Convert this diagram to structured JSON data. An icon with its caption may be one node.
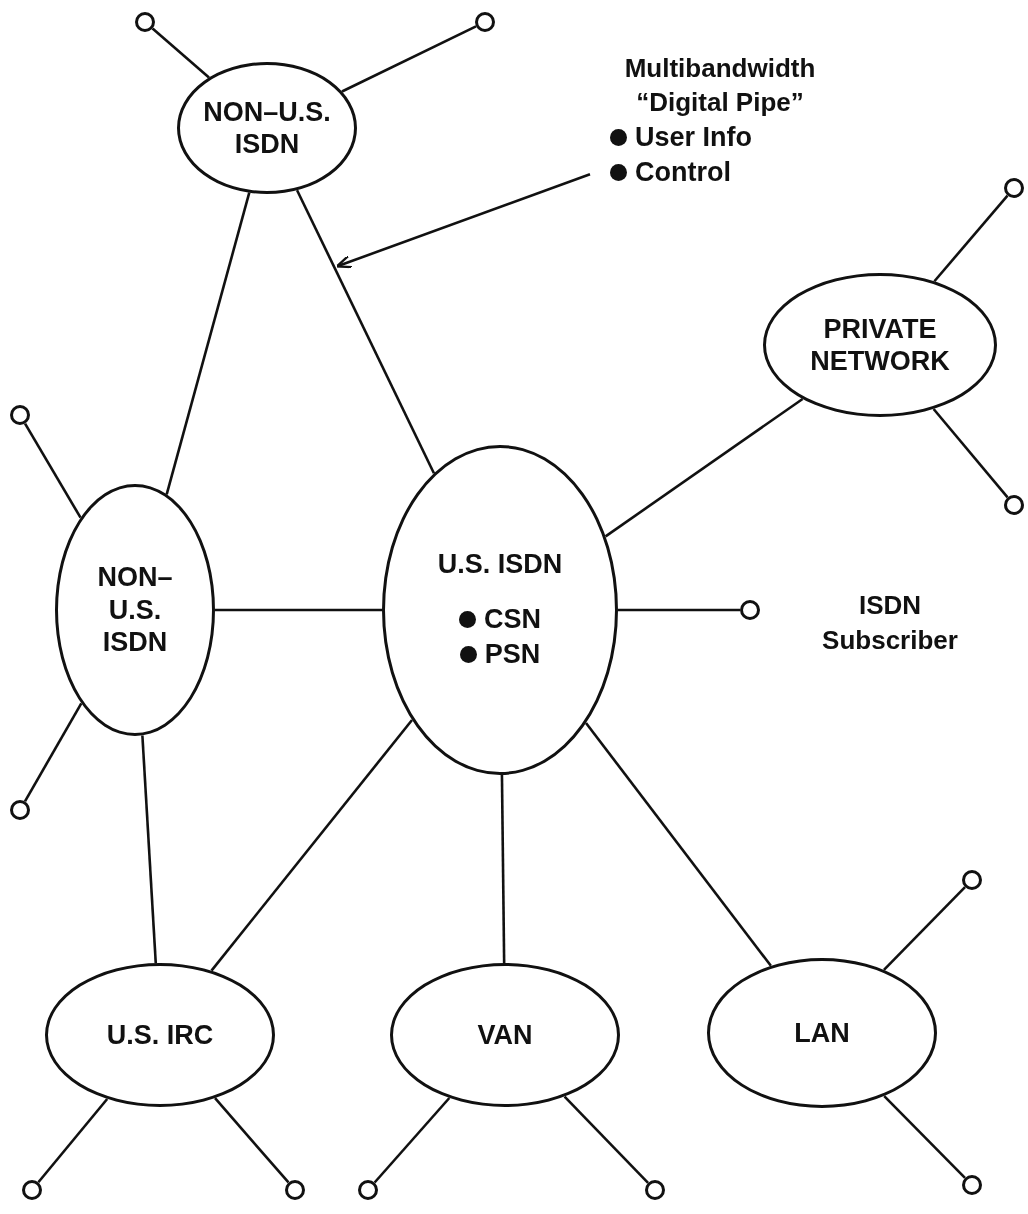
{
  "diagram": {
    "nodes": [
      {
        "text": [
          "NON–U.S. ISDN"
        ]
      },
      {
        "text": [
          "PRIVATE NETWORK"
        ]
      },
      {
        "text": [
          "NON–U.S. ISDN"
        ]
      },
      {
        "text": [
          "U.S. ISDN",
          "CSN",
          "PSN"
        ]
      },
      {
        "text": [
          "U.S. IRC"
        ]
      },
      {
        "text": [
          "VAN"
        ]
      },
      {
        "text": [
          "LAN"
        ]
      },
      {
        "text": [
          "Multibandwidth “Digital Pipe”",
          "User Info",
          "Control"
        ]
      },
      {
        "text": [],
        "shape": "circle"
      },
      {
        "text": [],
        "shape": "circle"
      },
      {
        "text": [],
        "shape": "circle"
      },
      {
        "text": [],
        "shape": "circle"
      },
      {
        "text": [],
        "shape": "circle"
      },
      {
        "text": [],
        "shape": "circle",
        "beside": [
          "ISDN Subscriber"
        ]
      },
      {
        "text": [],
        "shape": "circle"
      },
      {
        "text": [],
        "shape": "circle"
      },
      {
        "text": [],
        "shape": "circle"
      },
      {
        "text": [],
        "shape": "circle"
      },
      {
        "text": [],
        "shape": "circle"
      },
      {
        "text": [],
        "shape": "circle"
      },
      {
        "text": [],
        "shape": "circle"
      }
    ],
    "edges": [
      {
        "from": 0,
        "to": 2,
        "arrow": "none"
      },
      {
        "from": 0,
        "to": 3,
        "arrow": "none"
      },
      {
        "from": 2,
        "to": 3,
        "arrow": "none"
      },
      {
        "from": 3,
        "to": 1,
        "arrow": "none"
      },
      {
        "from": 2,
        "to": 4,
        "arrow": "none"
      },
      {
        "from": 3,
        "to": 4,
        "arrow": "none"
      },
      {
        "from": 3,
        "to": 5,
        "arrow": "none"
      },
      {
        "from": 3,
        "to": 6,
        "arrow": "none"
      },
      {
        "from": 0,
        "to": 8,
        "arrow": "none"
      },
      {
        "from": 0,
        "to": 9,
        "arrow": "none"
      },
      {
        "from": 1,
        "to": 10,
        "arrow": "none"
      },
      {
        "from": 1,
        "to": 12,
        "arrow": "none"
      },
      {
        "from": 2,
        "to": 11,
        "arrow": "none"
      },
      {
        "from": 2,
        "to": 14,
        "arrow": "none"
      },
      {
        "from": 3,
        "to": 13,
        "arrow": "none"
      },
      {
        "from": 4,
        "to": 16,
        "arrow": "none"
      },
      {
        "from": 4,
        "to": 17,
        "arrow": "none"
      },
      {
        "from": 5,
        "to": 18,
        "arrow": "none"
      },
      {
        "from": 5,
        "to": 19,
        "arrow": "none"
      },
      {
        "from": 6,
        "to": 15,
        "arrow": "none"
      },
      {
        "from": 6,
        "to": 20,
        "arrow": "none"
      },
      {
        "from": 7,
        "to": null,
        "arrow": "to"
      }
    ]
  }
}
